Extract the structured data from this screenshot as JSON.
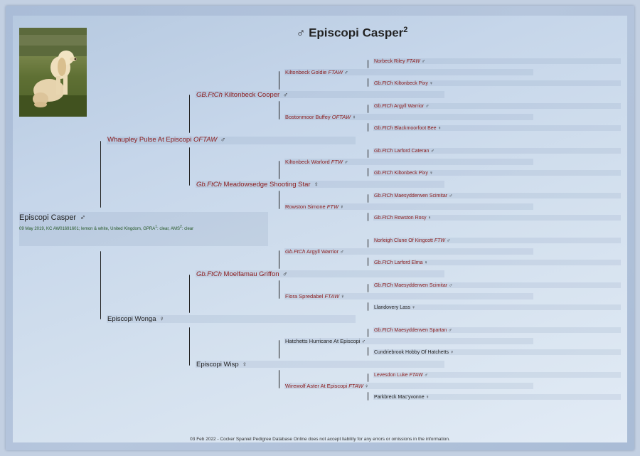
{
  "title": {
    "name": "Episcopi Casper",
    "sex": "♂",
    "sup": "2"
  },
  "photo": {
    "alt": "dog-photo"
  },
  "subject": {
    "name": "Episcopi Casper",
    "sex": "♂",
    "info_pre": "09 May 2019, KC AW01691601; lemon & white, United Kingdom, GPRA",
    "info_sup1": "1",
    "info_mid": ": clear, AMS",
    "info_sup2": "2",
    "info_post": ": clear"
  },
  "sire": {
    "prefix": "",
    "name": "Whaupley Pulse At Episcopi",
    "suffix": "OFTAW",
    "sex": "♂"
  },
  "dam": {
    "prefix": "",
    "name": "Episcopi Wonga",
    "suffix": "",
    "sex": "♀"
  },
  "g2": [
    {
      "prefix": "GB.FtCh",
      "name": "Kiltonbeck Cooper",
      "suffix": "",
      "sex": "♂"
    },
    {
      "prefix": "Gb.FtCh",
      "name": "Meadowsedge Shooting Star",
      "suffix": "",
      "sex": "♀"
    },
    {
      "prefix": "Gb.FtCh",
      "name": "Moelfamau Griffon",
      "suffix": "",
      "sex": "♂"
    },
    {
      "prefix": "",
      "name": "Episcopi Wisp",
      "suffix": "",
      "sex": "♀"
    }
  ],
  "g3": [
    {
      "prefix": "",
      "name": "Kiltonbeck Goldie",
      "suffix": "FTAW",
      "sex": "♂"
    },
    {
      "prefix": "",
      "name": "Bostonmoor Buffey",
      "suffix": "OFTAW",
      "sex": "♀"
    },
    {
      "prefix": "",
      "name": "Kiltonbeck Warlord",
      "suffix": "FTW",
      "sex": "♂"
    },
    {
      "prefix": "",
      "name": "Rowston Simone",
      "suffix": "FTW",
      "sex": "♀"
    },
    {
      "prefix": "Gb.FtCh",
      "name": "Argyll Warrior",
      "suffix": "",
      "sex": "♂"
    },
    {
      "prefix": "",
      "name": "Flora Spredabel",
      "suffix": "FTAW",
      "sex": "♀"
    },
    {
      "prefix": "",
      "name": "Hatchetts Hurricane At Episcopi",
      "suffix": "",
      "sex": "♂"
    },
    {
      "prefix": "",
      "name": "Wirewolf Aster At Episcopi",
      "suffix": "FTAW",
      "sex": "♀"
    }
  ],
  "g4": [
    {
      "prefix": "",
      "name": "Norbeck Riley",
      "suffix": "FTAW",
      "sex": "♂"
    },
    {
      "prefix": "Gb.FtCh",
      "name": "Kiltonbeck Pixy",
      "suffix": "",
      "sex": "♀"
    },
    {
      "prefix": "Gb.FtCh",
      "name": "Argyll Warrior",
      "suffix": "",
      "sex": "♂"
    },
    {
      "prefix": "Gb.FtCh",
      "name": "Blackmoorfoot Bee",
      "suffix": "",
      "sex": "♀"
    },
    {
      "prefix": "Gb.FtCh",
      "name": "Larford Cateran",
      "suffix": "",
      "sex": "♂"
    },
    {
      "prefix": "Gb.FtCh",
      "name": "Kiltonbeck Pixy",
      "suffix": "",
      "sex": "♀"
    },
    {
      "prefix": "Gb.FtCh",
      "name": "Maesydderwen Scimitar",
      "suffix": "",
      "sex": "♂"
    },
    {
      "prefix": "Gb.FtCh",
      "name": "Rowston Rosy",
      "suffix": "",
      "sex": "♀"
    },
    {
      "prefix": "",
      "name": "Norleigh Clune Of Kingcott",
      "suffix": "FTW",
      "sex": "♂"
    },
    {
      "prefix": "Gb.FtCh",
      "name": "Larford Elma",
      "suffix": "",
      "sex": "♀"
    },
    {
      "prefix": "Gb.FtCh",
      "name": "Maesydderwen Scimitar",
      "suffix": "",
      "sex": "♂"
    },
    {
      "prefix": "",
      "name": "Llandovery Lass",
      "suffix": "",
      "sex": "♀",
      "black": true
    },
    {
      "prefix": "Gb.FtCh",
      "name": "Maesydderwen Spartan",
      "suffix": "",
      "sex": "♂"
    },
    {
      "prefix": "",
      "name": "Cundriebrook Hobby Of Hatchetts",
      "suffix": "",
      "sex": "♀",
      "black": true
    },
    {
      "prefix": "",
      "name": "Levesdon Luke",
      "suffix": "FTAW",
      "sex": "♂"
    },
    {
      "prefix": "",
      "name": "Parkbreck Mac'yvonne",
      "suffix": "",
      "sex": "♀",
      "black": true
    }
  ],
  "footer": "03 Feb 2022 - Cocker Spaniel Pedigree Database Online does not accept liability for any errors or omissions in the information."
}
